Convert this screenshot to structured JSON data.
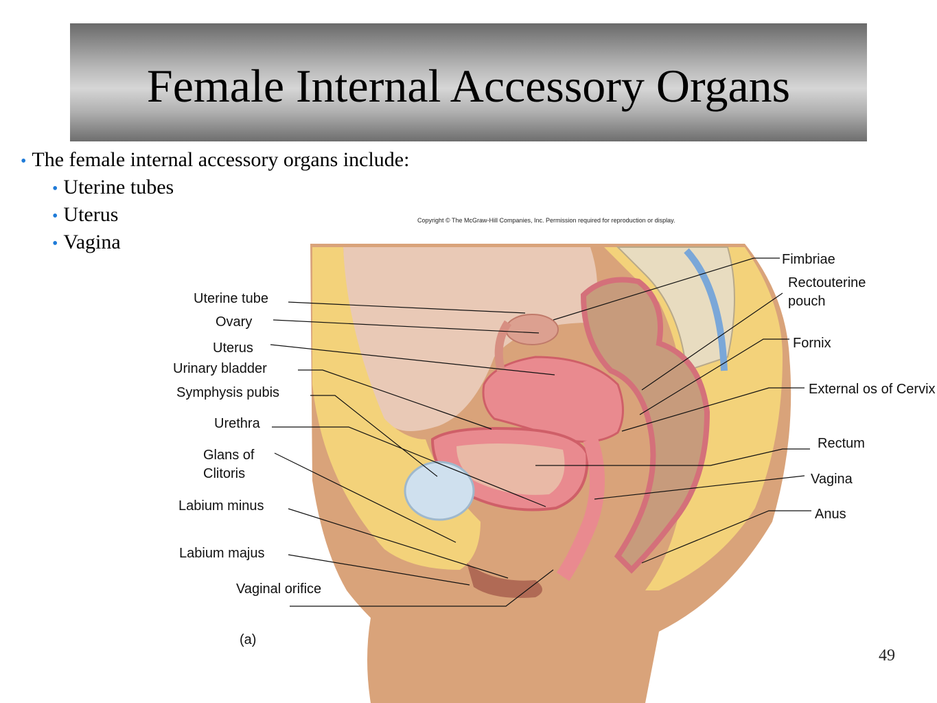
{
  "title": "Female Internal Accessory Organs",
  "bullets": {
    "intro": "The female internal accessory organs include:",
    "items": [
      "Uterine tubes",
      "Uterus",
      "Vagina"
    ]
  },
  "copyright": "Copyright © The McGraw-Hill Companies, Inc. Permission required for reproduction or display.",
  "labels_left": {
    "uterine_tube": "Uterine tube",
    "ovary": "Ovary",
    "uterus": "Uterus",
    "urinary_bladder": "Urinary bladder",
    "symphysis_pubis": "Symphysis pubis",
    "urethra": "Urethra",
    "glans_of_clitoris_1": "Glans of",
    "glans_of_clitoris_2": "Clitoris",
    "labium_minus": "Labium minus",
    "labium_majus": "Labium majus",
    "vaginal_orifice": "Vaginal orifice",
    "panel": "(a)"
  },
  "labels_right": {
    "fimbriae": "Fimbriae",
    "rectouterine_1": "Rectouterine",
    "rectouterine_2": "pouch",
    "fornix": "Fornix",
    "external_os": "External os of Cervix",
    "rectum": "Rectum",
    "vagina": "Vagina",
    "anus": "Anus"
  },
  "slide_number": "49",
  "colors": {
    "bullet_dot": "#1f7bd8",
    "skin": "#d9a37a",
    "fat": "#f3d27a",
    "muscle": "#e98a8f",
    "peritoneum": "#e9c9b6"
  }
}
